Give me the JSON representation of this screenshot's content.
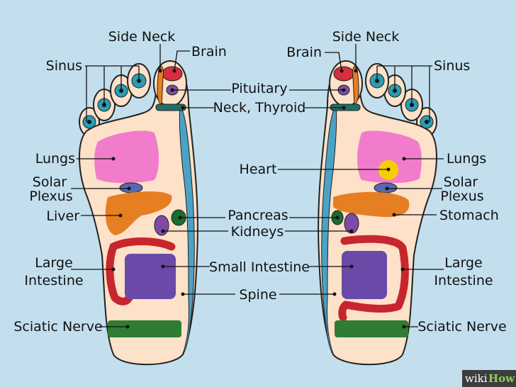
{
  "labels": {
    "side_neck": "Side Neck",
    "brain": "Brain",
    "sinus": "Sinus",
    "pituitary": "Pituitary",
    "neck_thyroid": "Neck, Thyroid",
    "lungs": "Lungs",
    "heart": "Heart",
    "solar_line1": "Solar",
    "solar_line2": "Plexus",
    "liver": "Liver",
    "pancreas": "Pancreas",
    "kidneys": "Kidneys",
    "stomach": "Stomach",
    "large_line1": "Large",
    "large_line2": "Intestine",
    "small_intestine": "Small Intestine",
    "spine": "Spine",
    "sciatic_nerve": "Sciatic Nerve"
  },
  "watermark": {
    "wiki": "wiki",
    "how": "How"
  },
  "colors": {
    "background": "#c3dfee",
    "skin": "#fde1c8",
    "spine": "#4aa3c7",
    "sinus": "#2a9db5",
    "brain": "#d62e3f",
    "side_neck": "#e67e22",
    "pituitary": "#7b4fa3",
    "neck": "#1f6f6a",
    "lungs": "#f27ccc",
    "heart": "#f5d000",
    "solar_plexus": "#5a67b0",
    "liver": "#e67e22",
    "kidneys": "#7e4aa6",
    "pancreas": "#1a6b30",
    "large_intestine": "#c8262e",
    "small_intestine": "#6a4aa8",
    "sciatic": "#2e7d32"
  }
}
